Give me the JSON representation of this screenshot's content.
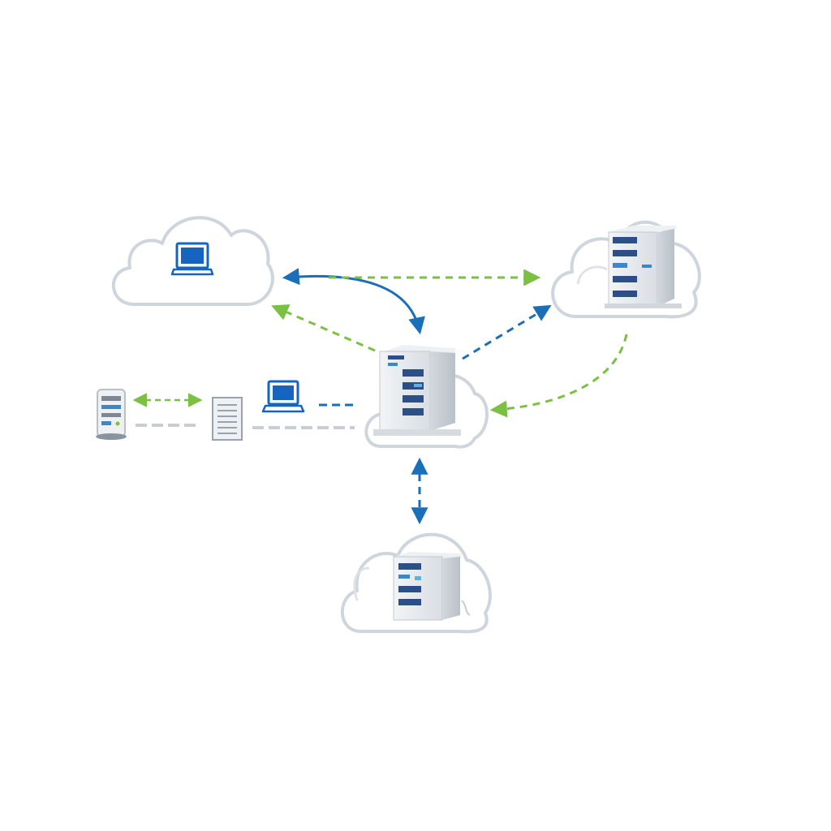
{
  "diagram": {
    "nodes": [
      {
        "id": "cloud-laptop",
        "kind": "cloud",
        "contains": "laptop-icon"
      },
      {
        "id": "cloud-server-right",
        "kind": "cloud",
        "contains": "server-icon"
      },
      {
        "id": "central-server",
        "kind": "cloud",
        "contains": "server-icon"
      },
      {
        "id": "cloud-server-bottom",
        "kind": "cloud",
        "contains": "server-icon"
      },
      {
        "id": "router",
        "kind": "device",
        "contains": "router-icon"
      },
      {
        "id": "local-server",
        "kind": "device",
        "contains": "server-icon"
      },
      {
        "id": "local-laptop",
        "kind": "device",
        "contains": "laptop-icon"
      }
    ],
    "connections": [
      {
        "from": "cloud-laptop",
        "to": "central-server",
        "style": "solid",
        "color": "blue",
        "direction": "both"
      },
      {
        "from": "cloud-laptop",
        "to": "cloud-server-right",
        "style": "dashed",
        "color": "green",
        "direction": "forward"
      },
      {
        "from": "central-server",
        "to": "cloud-laptop",
        "style": "dashed",
        "color": "green",
        "direction": "forward"
      },
      {
        "from": "central-server",
        "to": "cloud-server-right",
        "style": "dashed",
        "color": "blue",
        "direction": "forward"
      },
      {
        "from": "cloud-server-right",
        "to": "central-server",
        "style": "dashed",
        "color": "green",
        "direction": "forward"
      },
      {
        "from": "central-server",
        "to": "cloud-server-bottom",
        "style": "dashed",
        "color": "blue",
        "direction": "both"
      },
      {
        "from": "router",
        "to": "local-server",
        "style": "dashed",
        "color": "green",
        "direction": "both"
      },
      {
        "from": "router",
        "to": "local-server",
        "style": "dashed",
        "color": "gray",
        "direction": "none"
      },
      {
        "from": "local-server",
        "to": "central-server",
        "style": "dashed",
        "color": "gray",
        "direction": "none"
      },
      {
        "from": "local-laptop",
        "to": "central-server",
        "style": "dashed",
        "color": "blue",
        "direction": "none"
      }
    ]
  },
  "colors": {
    "background": "#ffffff",
    "cloud_stroke": "#cfd5dc",
    "cloud_fill": "#ffffff",
    "blue_link": "#1a6fb8",
    "green_link": "#7bc043",
    "gray_link": "#c9ced4",
    "screen_blue": "#1565c0",
    "server_body": "#e3e7eb",
    "server_side": "#c8ced5",
    "server_slot": "#2b4f86"
  }
}
